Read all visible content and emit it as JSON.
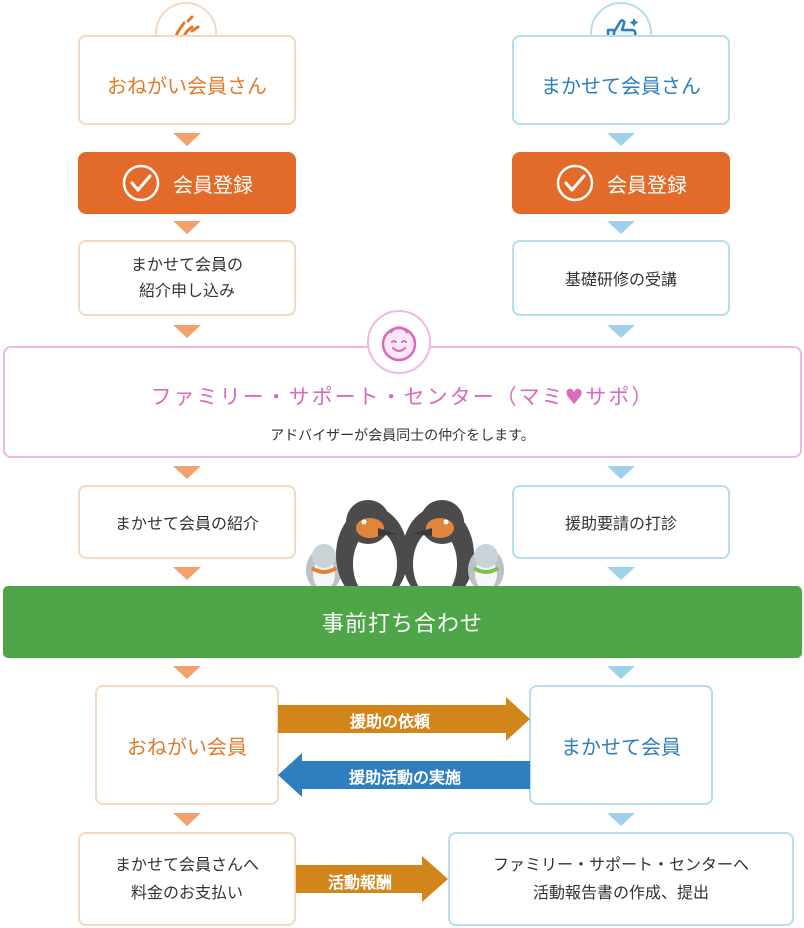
{
  "left": {
    "title": "おねがい会員さん",
    "register": "会員登録",
    "step2": "まかせて会員の\n紹介申し込み",
    "step3": "まかせて会員の紹介",
    "member": "おねがい会員",
    "final": "まかせて会員さんへ\n料金のお支払い"
  },
  "right": {
    "title": "まかせて会員さん",
    "register": "会員登録",
    "step2": "基礎研修の受講",
    "step3": "援助要請の打診",
    "member": "まかせて会員",
    "final": "ファミリー・サポート・センターへ\n活動報告書の作成、提出"
  },
  "center": {
    "title": "ファミリー・サポート・センター（マミ♥サポ）",
    "desc": "アドバイザーが会員同士の仲介をします。"
  },
  "meeting": "事前打ち合わせ",
  "arrows": {
    "request": "援助の依頼",
    "perform": "援助活動の実施",
    "reward": "活動報酬"
  },
  "colors": {
    "orange": "#e07b2d",
    "blue": "#2f7fb8",
    "pink": "#d96bbd",
    "green": "#4fa649"
  }
}
